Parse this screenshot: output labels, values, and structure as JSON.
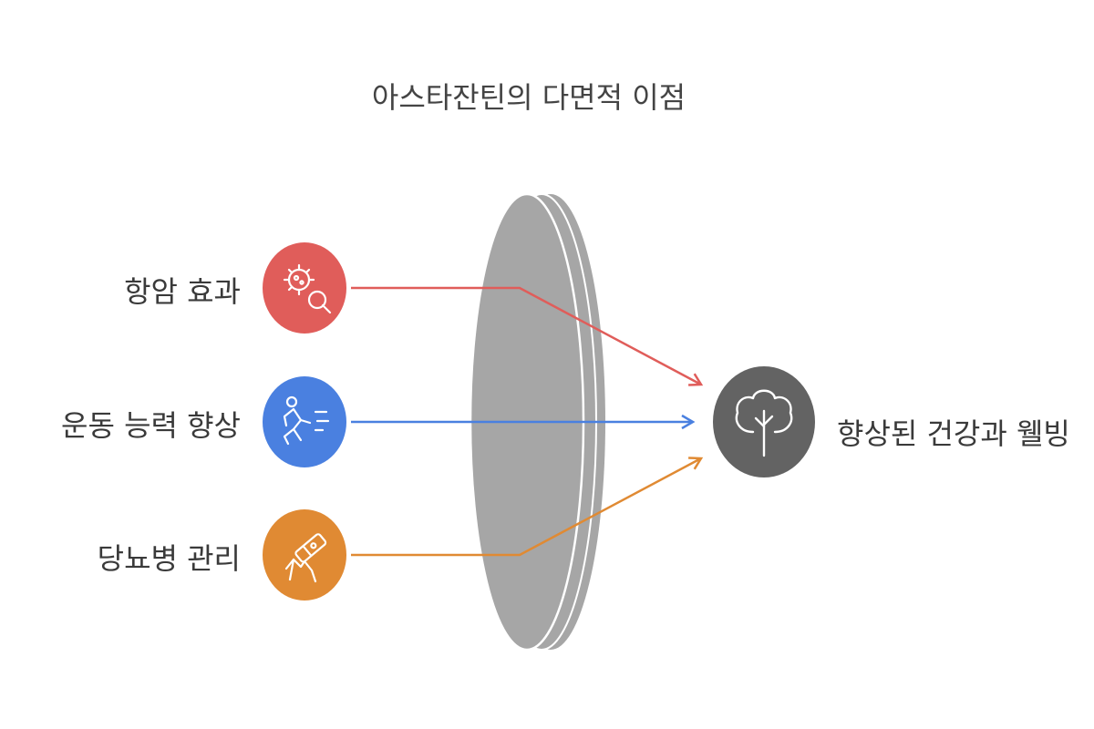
{
  "title": "아스타잔틴의 다면적 이점",
  "benefits": [
    {
      "label": "항암 효과",
      "color": "#E05D5A",
      "icon": "virus-magnifier-icon"
    },
    {
      "label": "운동 능력 향상",
      "color": "#4A80E0",
      "icon": "running-person-icon"
    },
    {
      "label": "당뇨병 관리",
      "color": "#E08A33",
      "icon": "glucose-test-icon"
    }
  ],
  "outcome": {
    "label": "향상된 건강과 웰빙",
    "color": "#636363",
    "icon": "tree-icon"
  },
  "lens_color": "#A6A6A6"
}
